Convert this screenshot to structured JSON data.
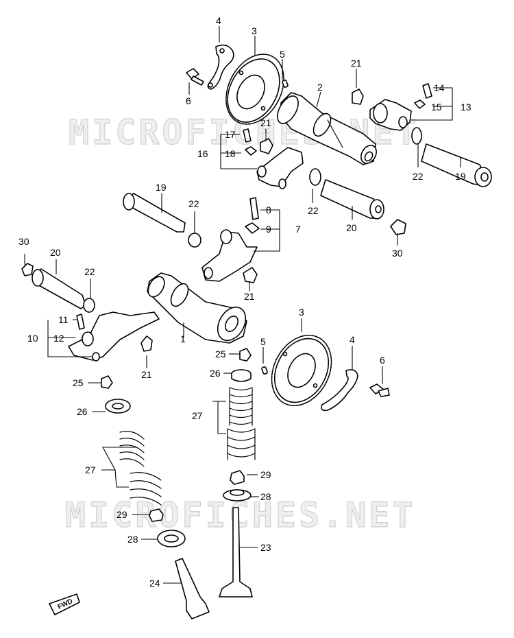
{
  "watermark": {
    "text": "MICROFICHES.NET"
  },
  "fwd_label": "FWD",
  "callouts": {
    "c1": "1",
    "c2": "2",
    "c3a": "3",
    "c3b": "3",
    "c4a": "4",
    "c4b": "4",
    "c5a": "5",
    "c5b": "5",
    "c6a": "6",
    "c6b": "6",
    "c7": "7",
    "c8": "8",
    "c9": "9",
    "c10": "10",
    "c11": "11",
    "c12": "12",
    "c13": "13",
    "c14": "14",
    "c15": "15",
    "c16": "16",
    "c17": "17",
    "c18": "18",
    "c19a": "19",
    "c19b": "19",
    "c20a": "20",
    "c20b": "20",
    "c21a": "21",
    "c21b": "21",
    "c21c": "21",
    "c21d": "21",
    "c22a": "22",
    "c22b": "22",
    "c22c": "22",
    "c22d": "22",
    "c23": "23",
    "c24": "24",
    "c25a": "25",
    "c25b": "25",
    "c26a": "26",
    "c26b": "26",
    "c27a": "27",
    "c27b": "27",
    "c28a": "28",
    "c28b": "28",
    "c29a": "29",
    "c29b": "29",
    "c30a": "30",
    "c30b": "30"
  }
}
